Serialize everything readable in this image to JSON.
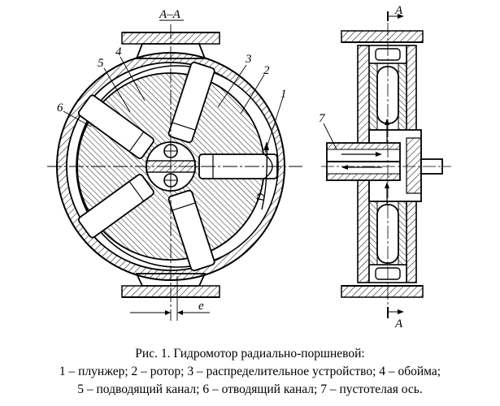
{
  "labels": {
    "section_top": "А–А",
    "arrow_top": "А",
    "arrow_bottom": "А",
    "n1": "1",
    "n2": "2",
    "n3": "3",
    "n4": "4",
    "n5": "5",
    "n6": "6",
    "n7": "7",
    "d": "D",
    "e": "e"
  },
  "caption": {
    "line1": "Рис. 1. Гидромотор радиально-поршневой:",
    "line2": "1 – плунжер; 2 – ротор; 3 – распределительное устройство; 4 – обойма;",
    "line3": "5 – подводящий канал; 6 – отводящий канал; 7 – пустотелая ось."
  }
}
